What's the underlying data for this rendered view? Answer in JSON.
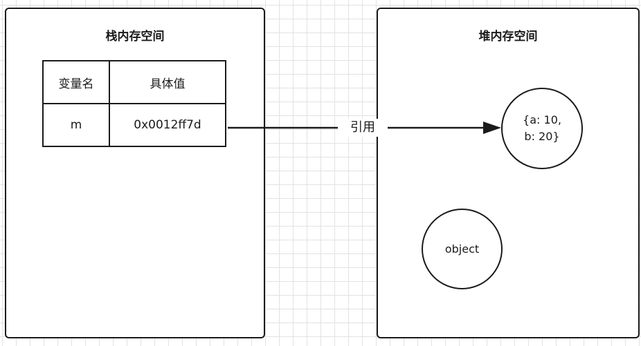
{
  "stack": {
    "title": "栈内存空间",
    "table": {
      "headers": [
        "变量名",
        "具体值"
      ],
      "rows": [
        [
          "m",
          "0x0012ff7d"
        ]
      ]
    }
  },
  "heap": {
    "title": "堆内存空间",
    "object_value": {
      "line1": "{a: 10,",
      "line2": "b: 20}"
    },
    "object_label": "object"
  },
  "reference": {
    "label": "引用"
  }
}
